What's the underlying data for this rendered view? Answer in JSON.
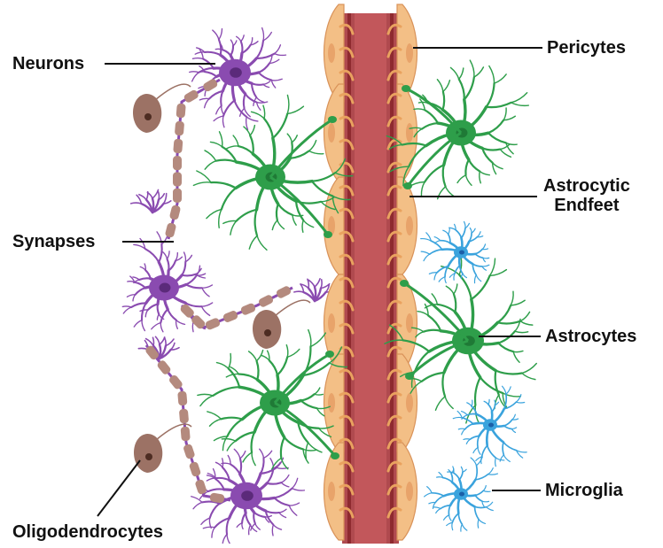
{
  "labels": {
    "neurons": "Neurons",
    "synapses": "Synapses",
    "oligodendrocytes": "Oligodendrocytes",
    "pericytes": "Pericytes",
    "astrocytic_endfeet_line1": "Astrocytic",
    "astrocytic_endfeet_line2": "Endfeet",
    "astrocytes": "Astrocytes",
    "microglia": "Microglia"
  },
  "colors": {
    "vessel_outer": "#b04a4f",
    "vessel_inner": "#8e2a2f",
    "vessel_center": "#c2575b",
    "pericyte_fill": "#f3bf86",
    "pericyte_stroke": "#d9935a",
    "pericyte_nucleus": "#e8a36a",
    "endfoot": "#e9a25f",
    "astrocyte": "#2e9e4a",
    "astrocyte_nucleus": "#1f7a36",
    "neuron": "#8a4bb0",
    "neuron_nucleus": "#5b2a7a",
    "myelin": "#b48a7e",
    "oligo_body": "#9c7265",
    "microglia": "#3aa3dd",
    "microglia_nucleus": "#1a5fa8",
    "leader_line": "#111111"
  }
}
